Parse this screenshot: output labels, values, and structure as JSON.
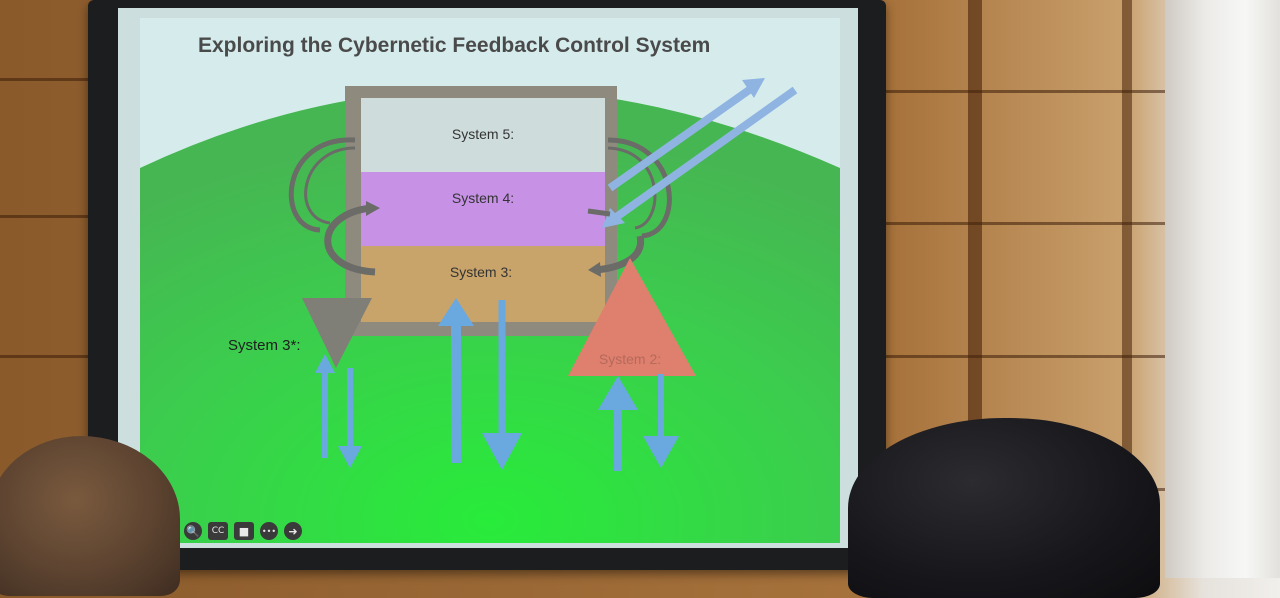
{
  "slide": {
    "title": "Exploring the Cybernetic Feedback Control System",
    "system5": "System 5:",
    "system4": "System 4:",
    "system3": "System 3:",
    "system3star": "System 3*:",
    "system2": "System 2:"
  },
  "toolbar": {
    "zoom_icon": "🔍",
    "cc_label": "CC",
    "camera_icon": "■",
    "more_icon": "•••",
    "next_icon": "➜"
  },
  "colors": {
    "green": "#33d24a",
    "system5": "#cfdcdc",
    "system4": "#c792e6",
    "system3": "#c8a46b",
    "system2": "#df7f6e",
    "system3star": "#7f7f78",
    "arrow_blue": "#6aa8e0",
    "arrow_gray": "#6b6b68"
  }
}
